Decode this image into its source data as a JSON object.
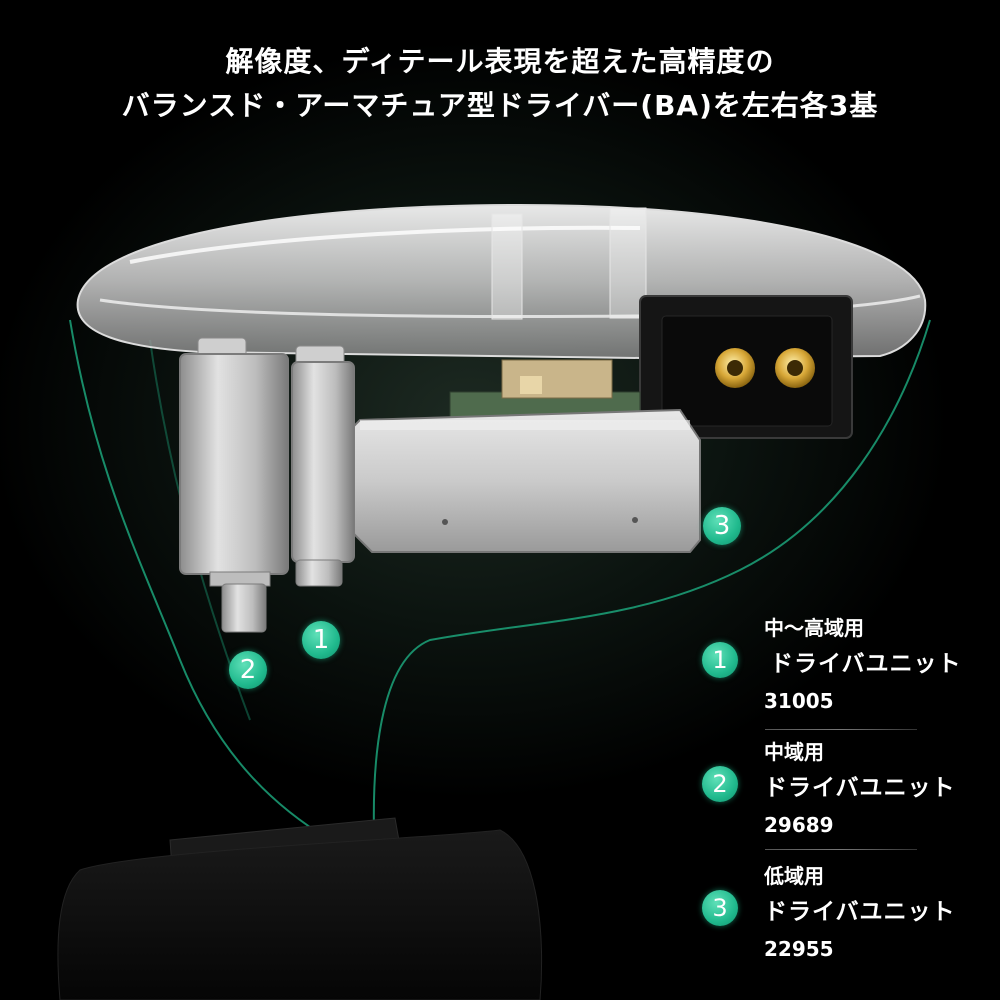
{
  "headline": {
    "line1": "解像度、ディテール表現を超えた高精度の",
    "line2": "バランスド・アーマチュア型ドライバー(BA)を左右各3基"
  },
  "markers": {
    "one": "1",
    "two": "2",
    "three": "3"
  },
  "legend": [
    {
      "number": "1",
      "range": "中〜高域用",
      "unit": "ドライバユニット",
      "model": "31005"
    },
    {
      "number": "2",
      "range": "中域用",
      "unit": "ドライバユニット",
      "model": "29689"
    },
    {
      "number": "3",
      "range": "低域用",
      "unit": "ドライバユニット",
      "model": "22955"
    }
  ],
  "colors": {
    "accent": "#20b98d",
    "background": "#000000",
    "text": "#ffffff"
  }
}
